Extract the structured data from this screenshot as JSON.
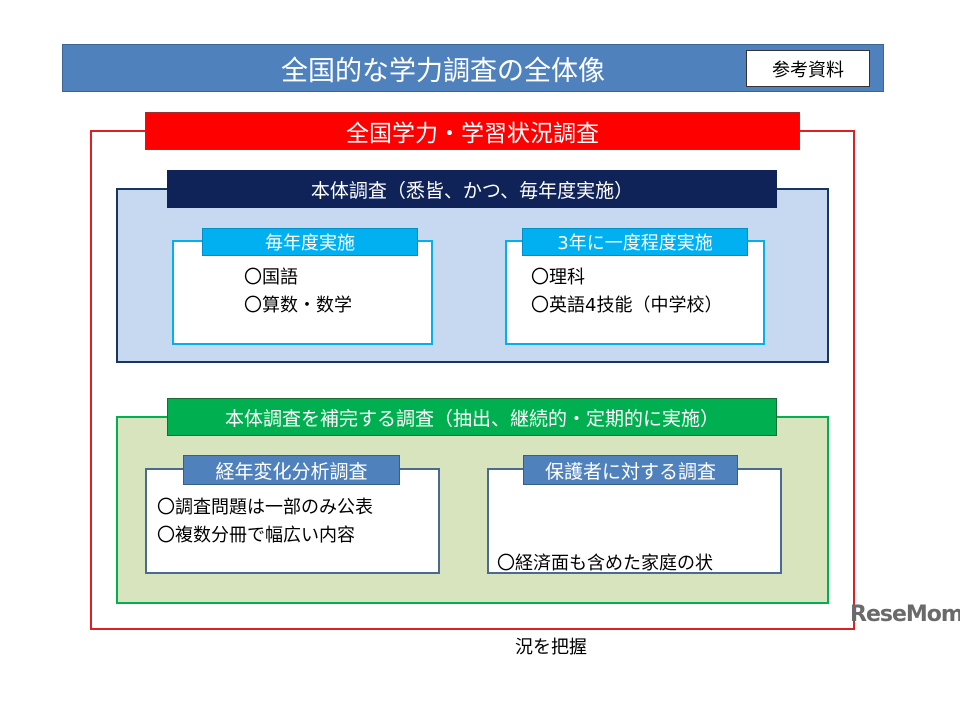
{
  "title": "全国的な学力調査の全体像",
  "reference_label": "参考資料",
  "main_survey": "全国学力・学習状況調査",
  "core_survey": {
    "header": "本体調査（悉皆、かつ、毎年度実施）",
    "annual": {
      "header": "毎年度実施",
      "items": [
        "〇国語",
        "〇算数・数学"
      ]
    },
    "triennial": {
      "header": "3年に一度程度実施",
      "items": [
        "〇理科",
        "〇英語4技能（中学校）"
      ]
    }
  },
  "supplementary_survey": {
    "header": "本体調査を補完する調査（抽出、継続的・定期的に実施）",
    "trend": {
      "header": "経年変化分析調査",
      "items": [
        "〇調査問題は一部のみ公表",
        "〇複数分冊で幅広い内容"
      ]
    },
    "guardian": {
      "header": "保護者に対する調査",
      "items": [
        "〇経済面も含めた家庭の状",
        "　況を把握"
      ]
    }
  },
  "logo": "ReseMom"
}
